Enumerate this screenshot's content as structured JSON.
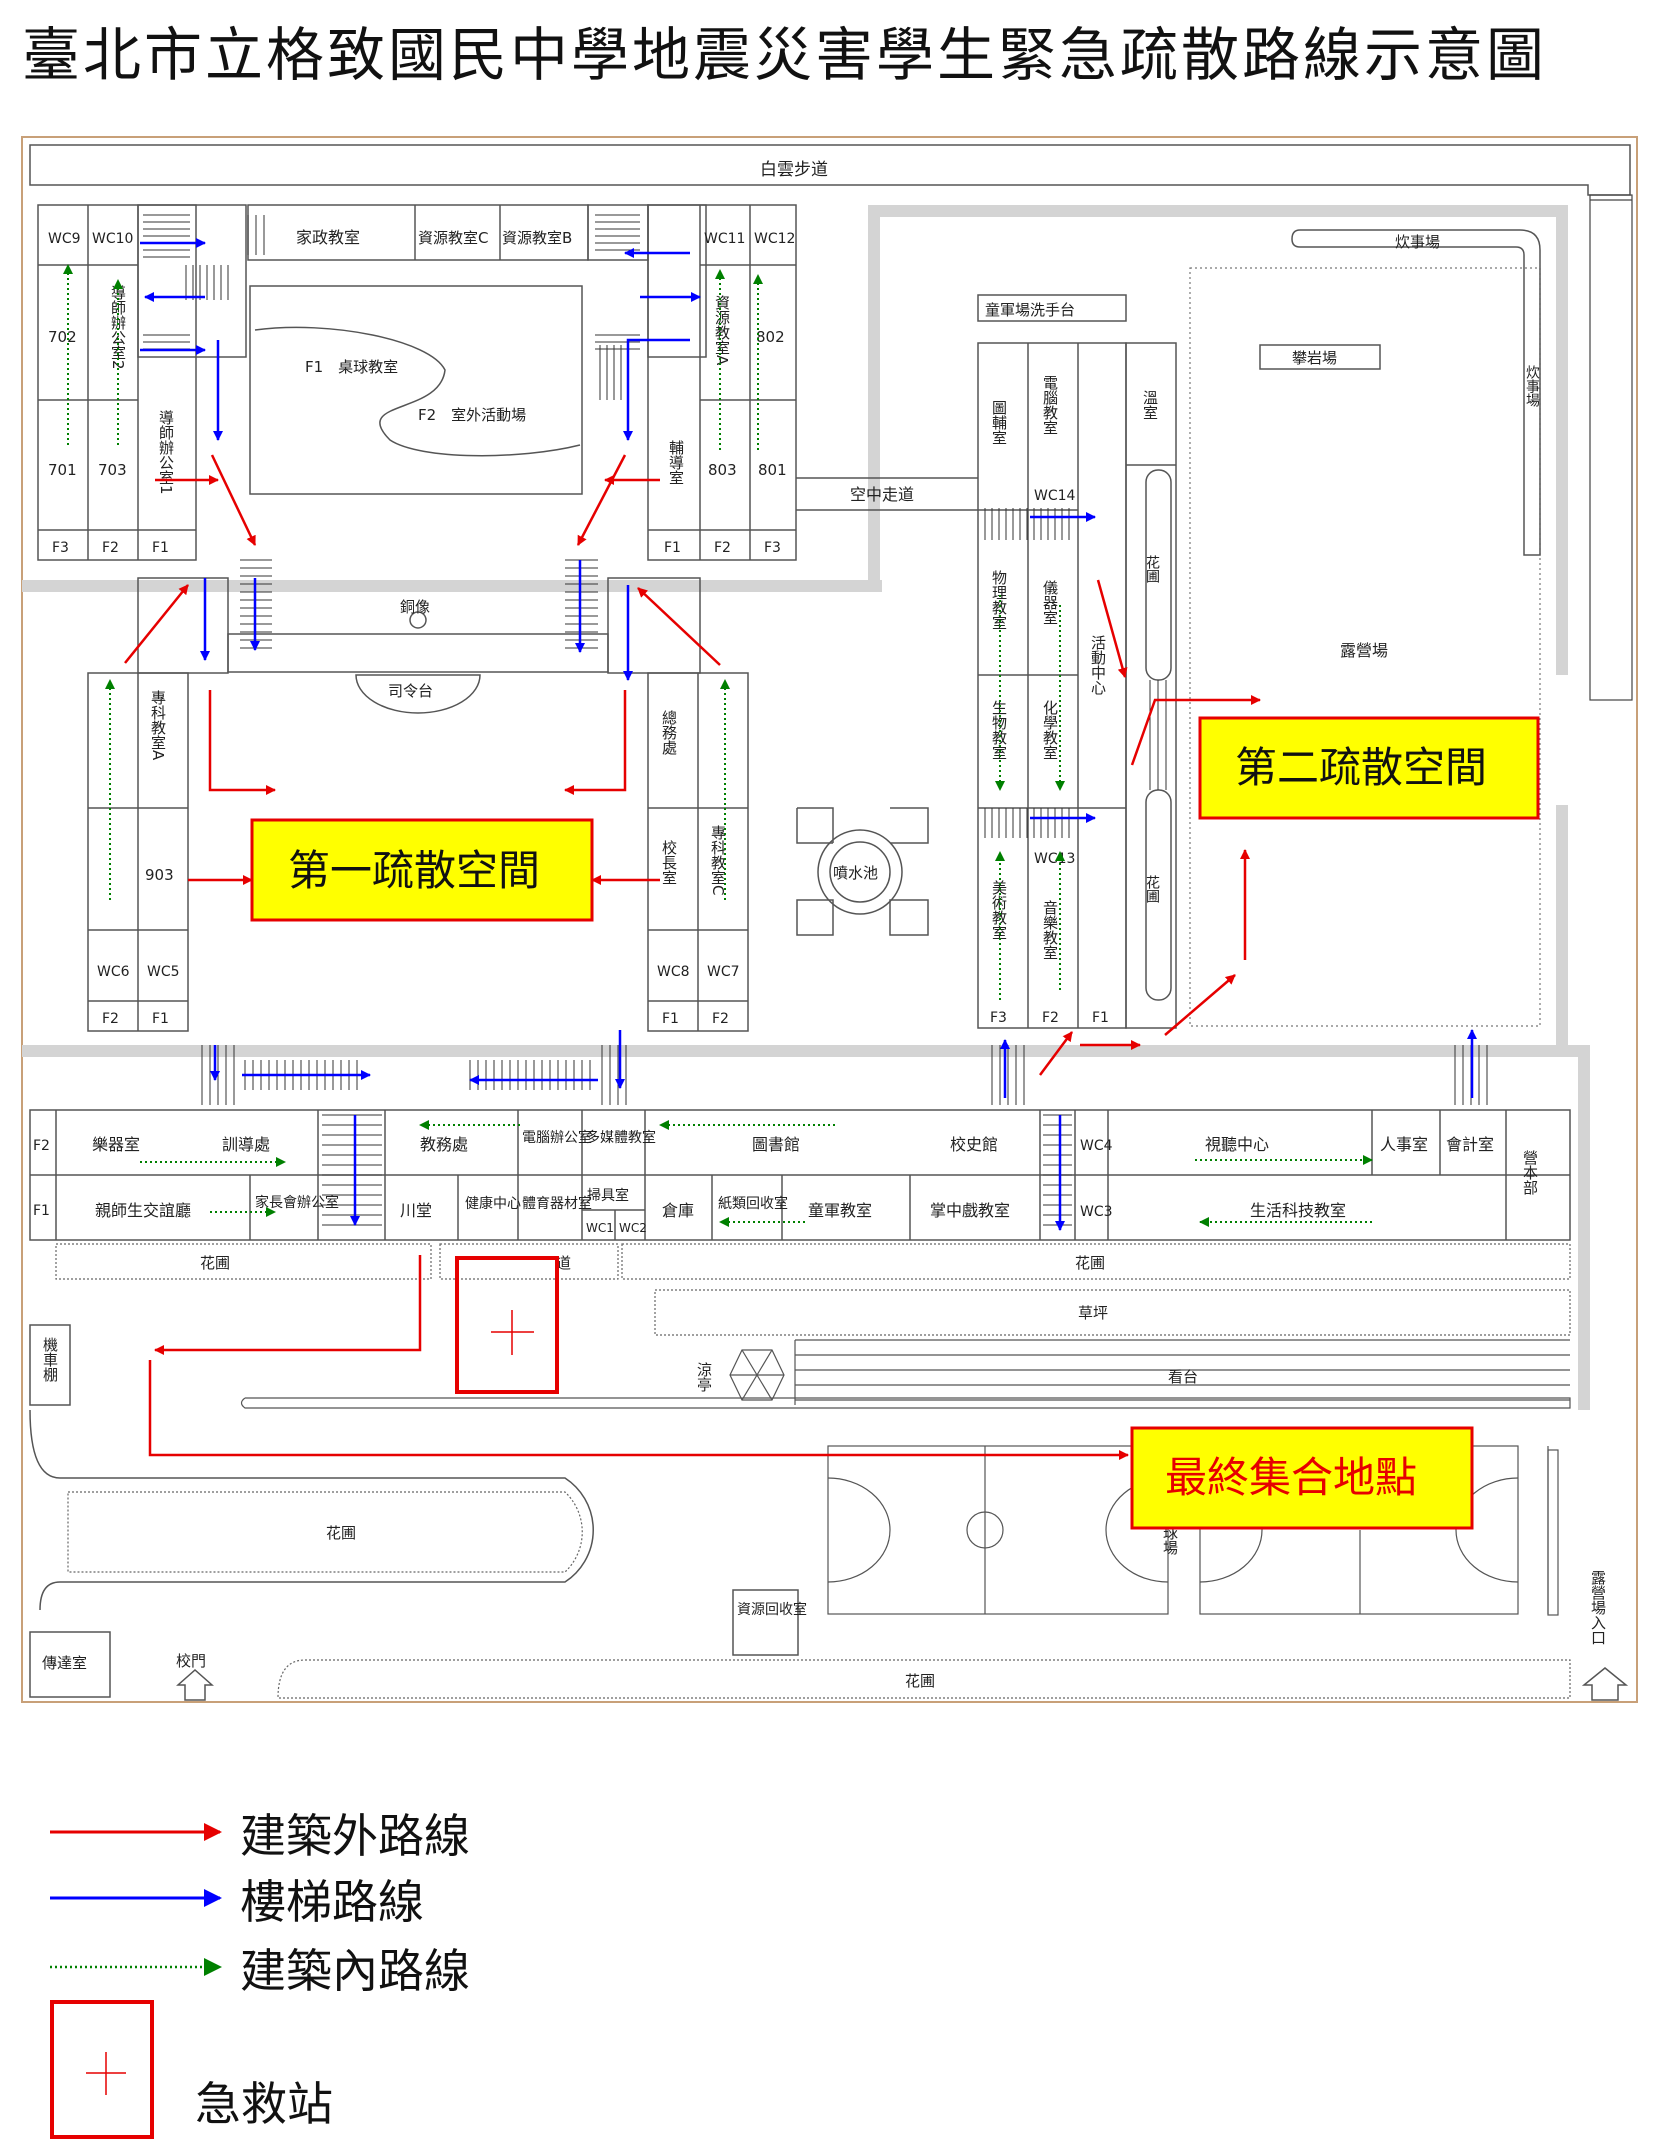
{
  "title": "臺北市立格致國民中學地震災害學生緊急疏散路線示意圖",
  "zones": {
    "first": "第一疏散空間",
    "second": "第二疏散空間",
    "final": "最終集合地點"
  },
  "labels": {
    "baiyun": "白雲步道",
    "wc9": "WC9",
    "wc10": "WC10",
    "wc11": "WC11",
    "wc12": "WC12",
    "home_ec": "家政教室",
    "res_c": "資源教室C",
    "res_b": "資源教室B",
    "mentor2": "導師辦公室2",
    "res_a": "資源教室A",
    "r702": "702",
    "r802": "802",
    "r701": "701",
    "r703": "703",
    "r803": "803",
    "r801": "801",
    "mentor1": "導師辦公室1",
    "counsel": "輔導室",
    "f1_pingpong": "F1　桌球教室",
    "f2_activity": "F2　室外活動場",
    "skybridge": "空中走道",
    "f3": "F3",
    "f2": "F2",
    "f1": "F1",
    "bronze": "銅像",
    "podium": "司令台",
    "subject_a": "專科教室A",
    "subject_c": "專科教室C",
    "general": "總務處",
    "principal": "校長室",
    "r903": "903",
    "wc6": "WC6",
    "wc5": "WC5",
    "wc8": "WC8",
    "wc7": "WC7",
    "fountain": "噴水池",
    "scout_wash": "童軍場洗手台",
    "library_aux": "圖輔室",
    "computer": "電腦教室",
    "greenhouse": "溫室",
    "wc14": "WC14",
    "physics": "物理教室",
    "instrument": "儀器室",
    "activity_center": "活動中心",
    "garden": "花圃",
    "biology": "生物教室",
    "chemistry": "化學教室",
    "wc13": "WC13",
    "art": "美術教室",
    "music": "音樂教室",
    "kitchen": "炊事場",
    "climbing": "攀岩場",
    "camp": "露營場",
    "music_instr": "樂器室",
    "discipline": "訓導處",
    "academic": "教務處",
    "computer_office": "電腦辦公室",
    "multimedia": "多媒體教室",
    "library": "圖書館",
    "history": "校史館",
    "wc4": "WC4",
    "av_center": "視聽中心",
    "personnel": "人事室",
    "accounting": "會計室",
    "camp_hq": "營本部",
    "parent_hall": "親師生交誼廳",
    "parent_office": "家長會辦公室",
    "chuantang": "川堂",
    "health": "健康中心",
    "pe_storage": "體育器材室",
    "cleaning": "掃具室",
    "wc1": "WC1",
    "wc2": "WC2",
    "warehouse": "倉庫",
    "paper_recycle": "紙類回收室",
    "scout_room": "童軍教室",
    "puppet": "掌中戲教室",
    "wc3": "WC3",
    "life_tech": "生活科技教室",
    "flowerbed": "花圃",
    "road": "道",
    "lawn": "草坪",
    "motorcycle": "機車棚",
    "pavilion": "涼亭",
    "stands": "看台",
    "ball_field": "球場",
    "gate": "校門",
    "guard": "傳達室",
    "recycle": "資源回收室",
    "camp_entrance": "露營場入口"
  },
  "legend": {
    "outdoor": "建築外路線",
    "stairs": "樓梯路線",
    "indoor": "建築內路線",
    "first_aid": "急救站"
  },
  "colors": {
    "outdoor_route": "#e60000",
    "stair_route": "#0000ff",
    "indoor_route": "#008000",
    "zone_fill": "#ffff00",
    "zone_border": "#e60000",
    "zone_text_yellow_bg": "#111111",
    "final_text": "#e60000",
    "wall": "#cfcfcf",
    "frame": "#c8a078"
  }
}
